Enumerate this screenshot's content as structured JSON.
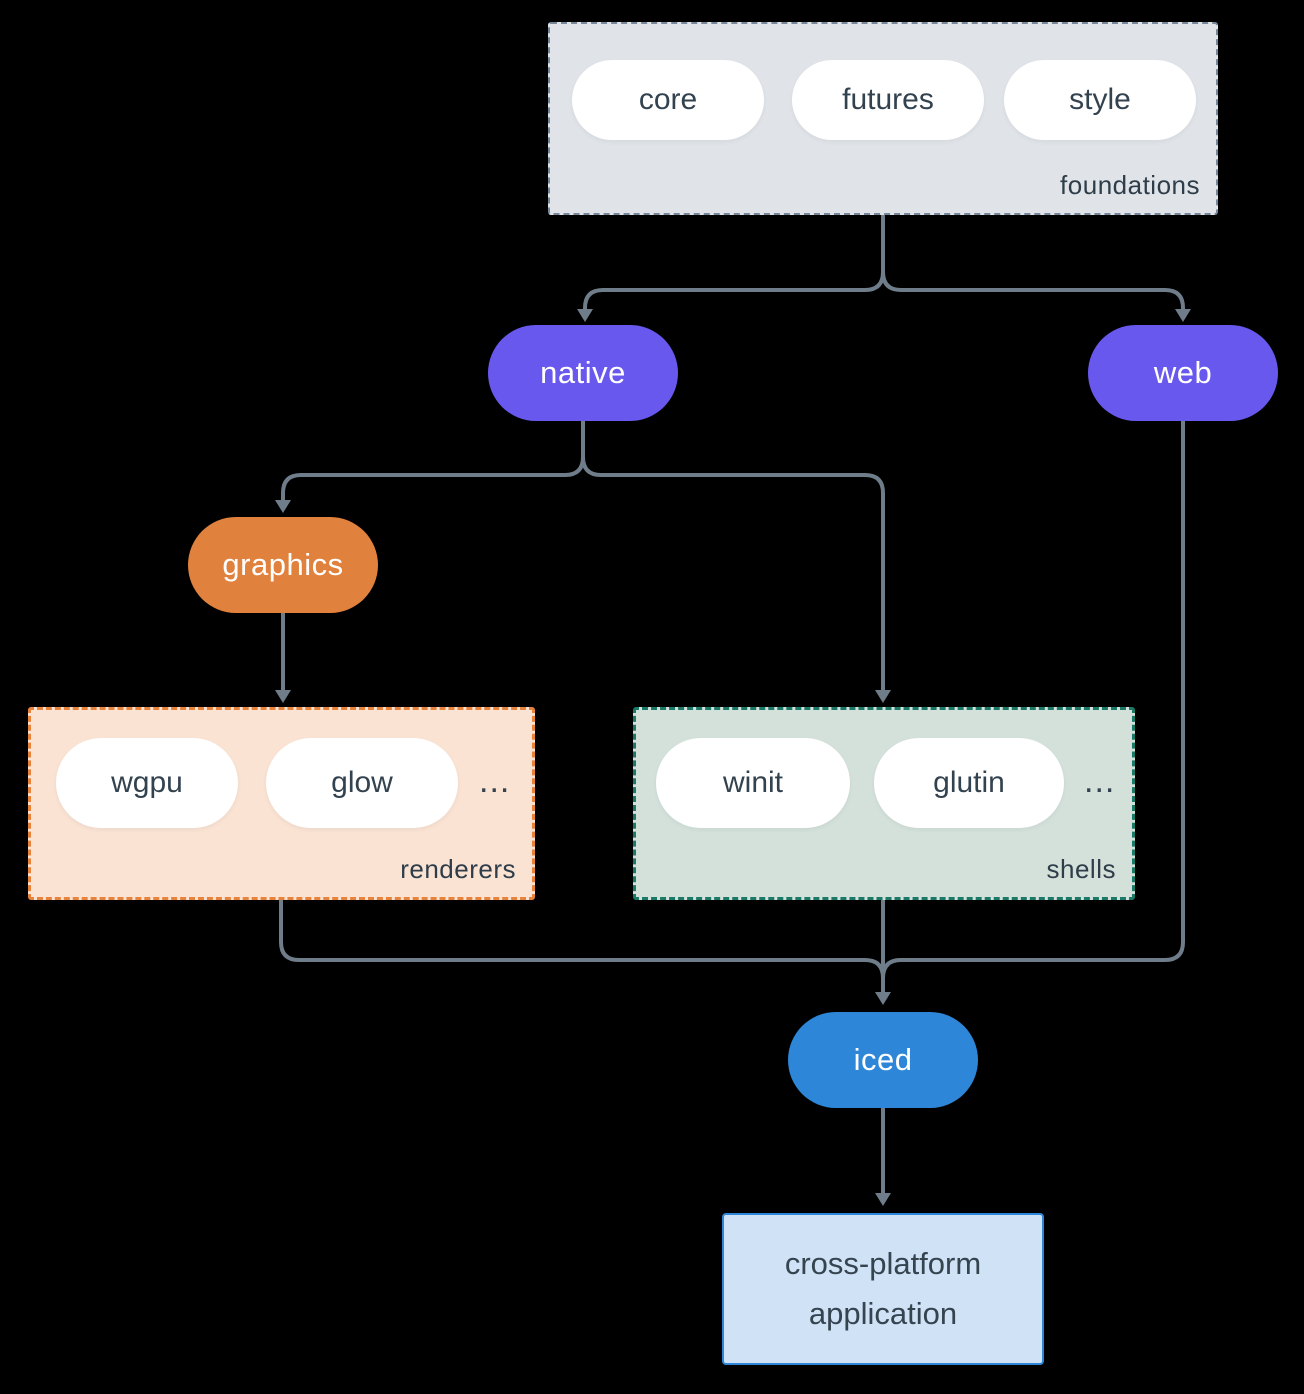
{
  "colors": {
    "background": "#000000",
    "connector": "#6f7d8a",
    "node_purple": "#6858ee",
    "node_orange": "#e0813d",
    "node_blue": "#2e86d8",
    "foundations_fill": "#e0e4e8",
    "foundations_border": "#76879a",
    "renderers_fill": "#fae3d3",
    "renderers_border": "#e8833c",
    "shells_fill": "#d4e1db",
    "shells_border": "#1b7a67",
    "application_fill": "#cfe2f6",
    "application_border": "#2e86d8",
    "pill_fill": "#ffffff",
    "dark_text": "#33424f"
  },
  "groups": {
    "foundations": {
      "label": "foundations",
      "pills": [
        {
          "label": "core"
        },
        {
          "label": "futures"
        },
        {
          "label": "style"
        }
      ]
    },
    "renderers": {
      "label": "renderers",
      "pills": [
        {
          "label": "wgpu"
        },
        {
          "label": "glow"
        }
      ],
      "ellipsis": "..."
    },
    "shells": {
      "label": "shells",
      "pills": [
        {
          "label": "winit"
        },
        {
          "label": "glutin"
        }
      ],
      "ellipsis": "..."
    }
  },
  "nodes": {
    "native": {
      "label": "native"
    },
    "web": {
      "label": "web"
    },
    "graphics": {
      "label": "graphics"
    },
    "iced": {
      "label": "iced"
    },
    "application": {
      "line1": "cross-platform",
      "line2": "application"
    }
  },
  "edges": [
    {
      "from": "foundations",
      "to": "native"
    },
    {
      "from": "foundations",
      "to": "web"
    },
    {
      "from": "native",
      "to": "graphics"
    },
    {
      "from": "native",
      "to": "shells"
    },
    {
      "from": "graphics",
      "to": "renderers"
    },
    {
      "from": "renderers",
      "to": "iced"
    },
    {
      "from": "shells",
      "to": "iced"
    },
    {
      "from": "web",
      "to": "iced"
    },
    {
      "from": "iced",
      "to": "application"
    }
  ]
}
